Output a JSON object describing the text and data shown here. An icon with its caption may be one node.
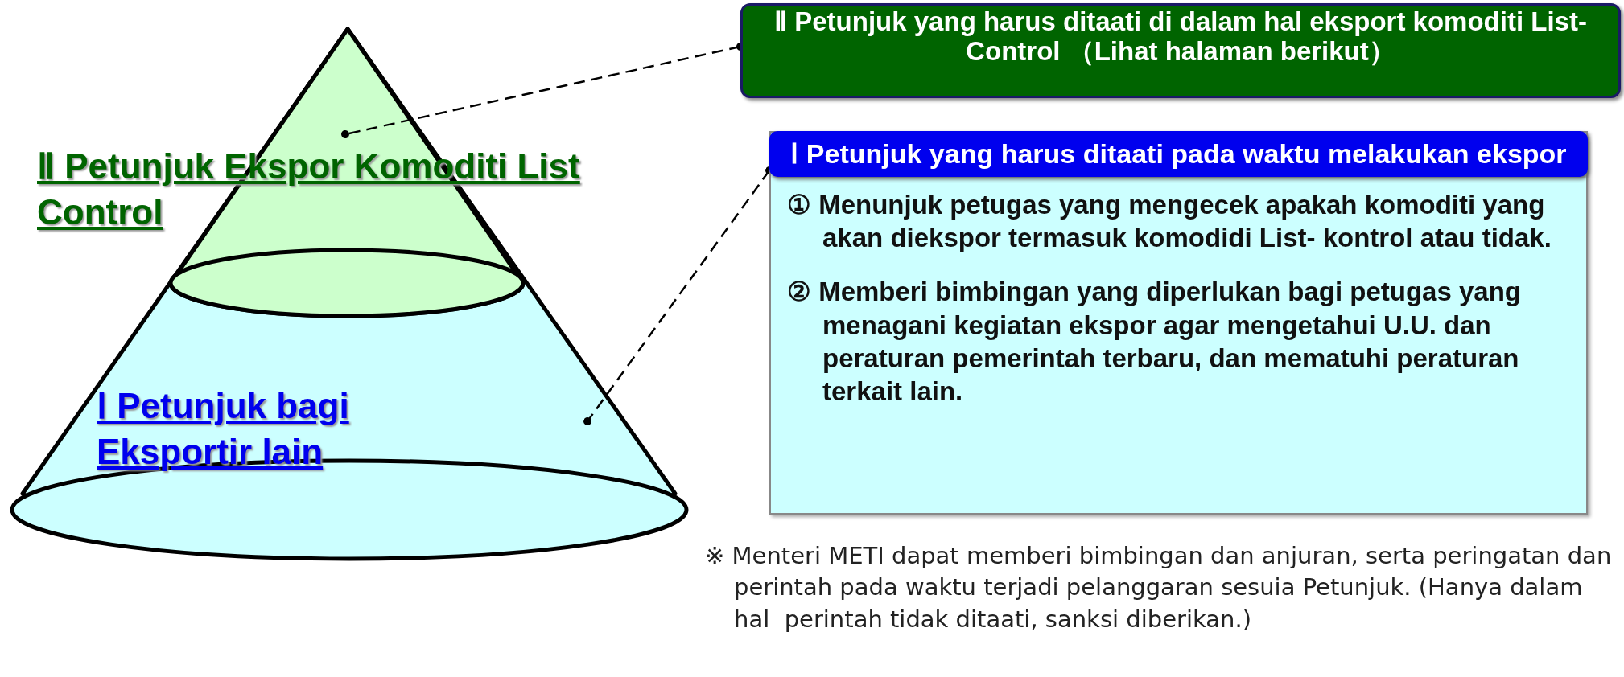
{
  "diagram": {
    "nodes": [
      {
        "text": [
          "Ⅰ Petunjuk bagi Eksportir lain"
        ]
      },
      {
        "text": [
          "Ⅱ Petunjuk Ekspor Komoditi List Control"
        ],
        "in": 0
      },
      {
        "text": [
          "Ⅱ Petunjuk yang harus ditaati di dalam hal eksport komoditi List-Control （Lihat halaman berikut）"
        ]
      },
      {
        "text": [
          "Ⅰ Petunjuk yang harus ditaati pada waktu melakukan ekspor",
          "① Menunjuk petugas yang mengecek apakah komoditi yang akan diekspor termasuk komodidi List- kontrol atau tidak.",
          "② Memberi bimbingan yang diperlukan bagi petugas yang menagani kegiatan ekspor agar mengetahui U.U. dan peraturan pemerintah terbaru, dan mematuhi peraturan terkait lain."
        ]
      }
    ],
    "edges": [
      {
        "from": 2,
        "to": 1,
        "arrow": "other",
        "style": "dashed"
      },
      {
        "from": 3,
        "to": 0,
        "arrow": "other",
        "style": "dashed"
      }
    ],
    "labels": [
      "※ Menteri METI dapat memberi bimbingan dan anjuran, serta peringatan dan perintah pada waktu terjadi pelanggaran sesuia Petunjuk. (Hanya dalam hal  perintah tidak ditaati, sanksi diberikan.)"
    ]
  }
}
